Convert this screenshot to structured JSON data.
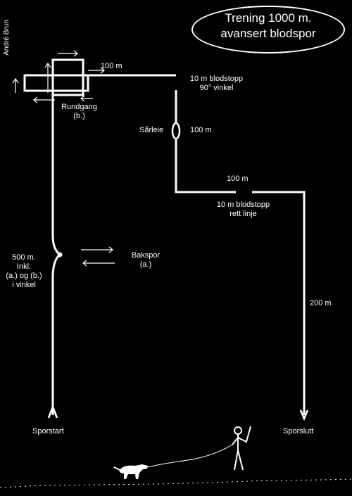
{
  "title": {
    "line1": "Trening 1000 m.",
    "line2": "avansert blodspor"
  },
  "author": "André Brun",
  "labels": {
    "seg_top": "100 m",
    "stop1_line1": "10 m blodstopp",
    "stop1_line2": "90° vinkel",
    "rundgang_line1": "Rundgang",
    "rundgang_line2": "(b.)",
    "sarleie": "Sårleie",
    "seg_right_down": "100 m",
    "seg_mid": "100 m",
    "stop2_line1": "10 m blodstopp",
    "stop2_line2": "rett linje",
    "main_line1": "500 m.",
    "main_line2": "Inkl.",
    "main_line3": "(a.) og (b.)",
    "main_line4": "i vinkel",
    "bakspor_line1": "Bakspor",
    "bakspor_line2": "(a.)",
    "seg_final": "200 m",
    "start": "Sporstart",
    "end": "Sporslutt"
  },
  "colors": {
    "background": "#000000",
    "line": "#ffffff"
  }
}
